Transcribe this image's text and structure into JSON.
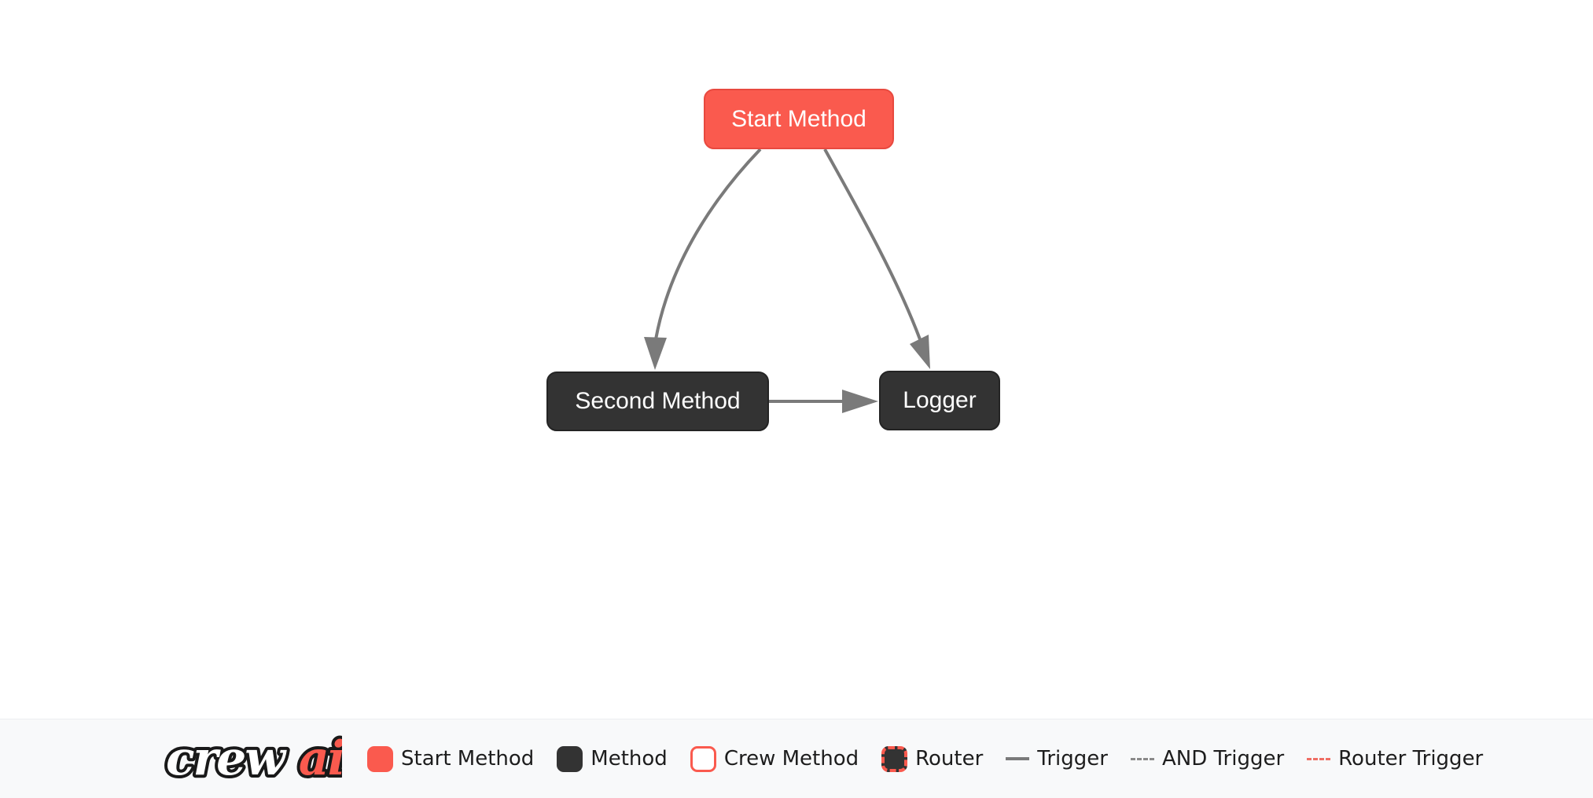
{
  "diagram": {
    "nodes": [
      {
        "id": "start_method",
        "label": "Start Method",
        "type": "start-method"
      },
      {
        "id": "second_method",
        "label": "Second Method",
        "type": "method"
      },
      {
        "id": "logger",
        "label": "Logger",
        "type": "method"
      }
    ],
    "edges": [
      {
        "from": "start_method",
        "to": "second_method",
        "type": "trigger"
      },
      {
        "from": "start_method",
        "to": "logger",
        "type": "trigger"
      },
      {
        "from": "second_method",
        "to": "logger",
        "type": "trigger"
      }
    ]
  },
  "footer": {
    "logo": {
      "part1": "crew",
      "part2": "ai"
    },
    "legend": [
      {
        "label": "Start Method",
        "swatch": "start-method-box"
      },
      {
        "label": "Method",
        "swatch": "method-box"
      },
      {
        "label": "Crew Method",
        "swatch": "crew-method-box"
      },
      {
        "label": "Router",
        "swatch": "router-box"
      },
      {
        "label": "Trigger",
        "swatch": "trigger-line"
      },
      {
        "label": "AND Trigger",
        "swatch": "and-trigger-line"
      },
      {
        "label": "Router Trigger",
        "swatch": "router-trigger-line"
      }
    ]
  },
  "colors": {
    "canvas_bg": "#ffffff",
    "start_node": "#fa5a4e",
    "start_node_border": "#e8493f",
    "method_node": "#333333",
    "method_node_border": "#242424",
    "node_text": "#ffffff",
    "edge": "#7a7a7a",
    "and_trigger_line": "#8a8a8a",
    "router_trigger_line": "#ef6e64",
    "legend_text": "#1d1d1d",
    "footer_bg": "#f8f9fa",
    "footer_border": "#eceef1"
  }
}
